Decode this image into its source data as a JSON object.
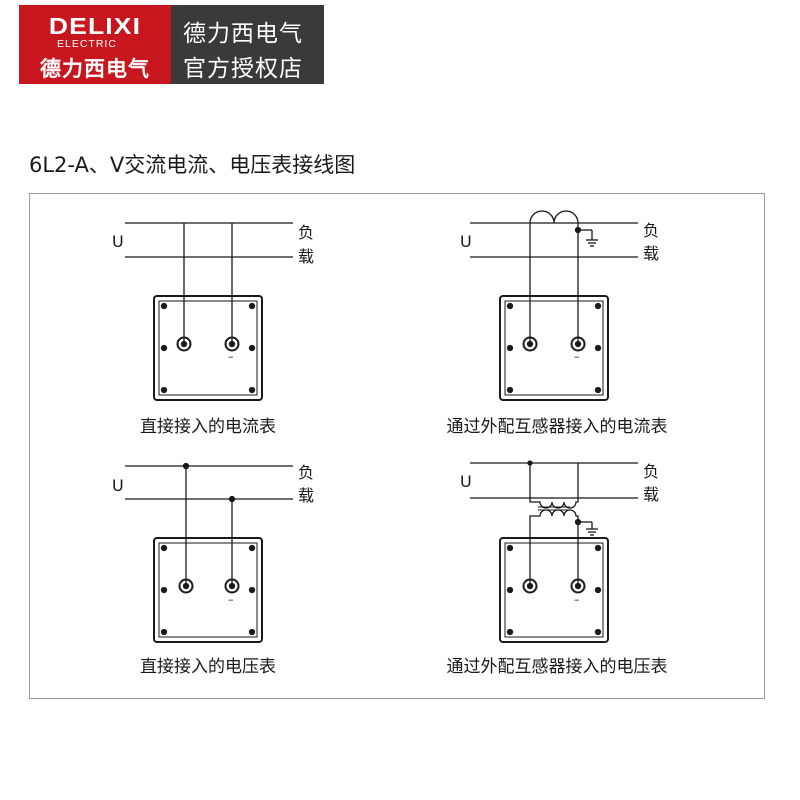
{
  "brand": {
    "logo_text": "DELIXI",
    "logo_sub": "ELECTRIC",
    "logo_cn": "德力西电气",
    "store_line1": "德力西电气",
    "store_line2": "官方授权店",
    "red": "#c8161e",
    "dark": "#3a3a3a"
  },
  "title": "6L2-A、V交流电流、电压表接线图",
  "diagrams": {
    "d1": {
      "caption": "直接接入的电流表",
      "u": "U",
      "load1": "负",
      "load2": "载",
      "minus": "–"
    },
    "d2": {
      "caption": "通过外配互感器接入的电流表",
      "u": "U",
      "load1": "负",
      "load2": "载",
      "minus": "–"
    },
    "d3": {
      "caption": "直接接入的电压表",
      "u": "U",
      "load1": "负",
      "load2": "载",
      "minus": "–"
    },
    "d4": {
      "caption": "通过外配互感器接入的电压表",
      "u": "U",
      "load1": "负",
      "load2": "载",
      "minus": "–"
    }
  }
}
